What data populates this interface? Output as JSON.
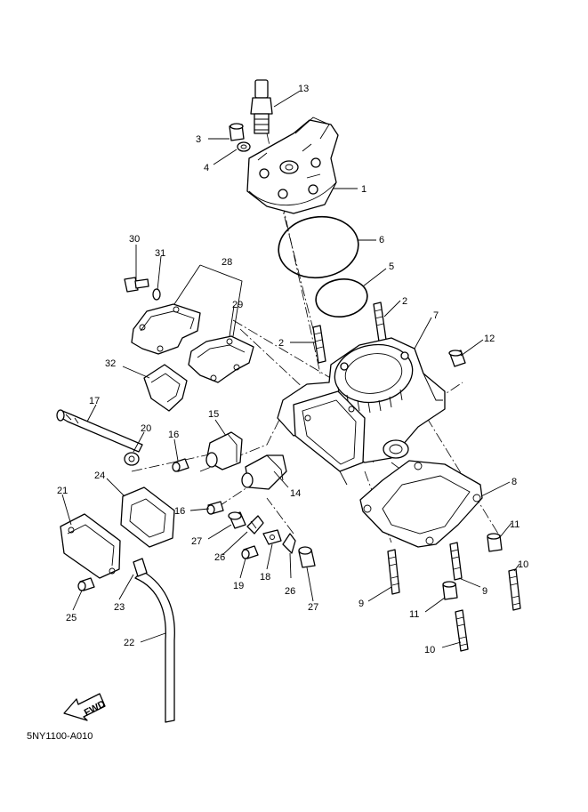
{
  "diagram": {
    "drawing_code": "5NY1100-A010",
    "fwd_label": "FWD",
    "callouts": {
      "c1": "1",
      "c2a": "2",
      "c2b": "2",
      "c3": "3",
      "c4": "4",
      "c5": "5",
      "c6": "6",
      "c7": "7",
      "c8": "8",
      "c9a": "9",
      "c9b": "9",
      "c10a": "10",
      "c10b": "10",
      "c11a": "11",
      "c11b": "11",
      "c12": "12",
      "c13": "13",
      "c14": "14",
      "c15": "15",
      "c16a": "16",
      "c16b": "16",
      "c17": "17",
      "c18": "18",
      "c19": "19",
      "c20": "20",
      "c21": "21",
      "c22": "22",
      "c23": "23",
      "c24": "24",
      "c25": "25",
      "c26a": "26",
      "c26b": "26",
      "c27a": "27",
      "c27b": "27",
      "c28": "28",
      "c29": "29",
      "c30": "30",
      "c31": "31",
      "c32": "32"
    }
  }
}
